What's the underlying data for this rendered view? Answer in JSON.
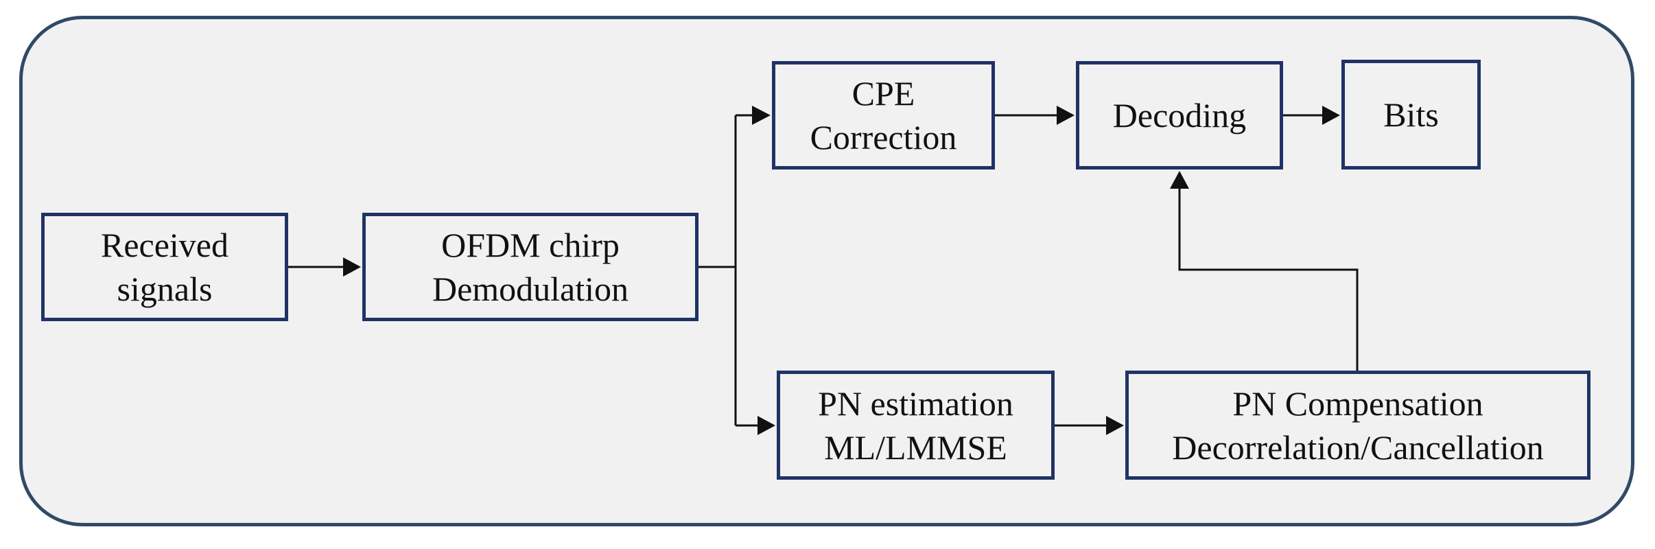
{
  "diagram": {
    "colors": {
      "panel_border": "#2f4a66",
      "panel_fill": "#f1f1f1",
      "block_border": "#1f3366",
      "text": "#111111",
      "connector": "#111111"
    },
    "blocks": {
      "received": [
        "Received",
        "signals"
      ],
      "ofdm": [
        "OFDM chirp",
        "Demodulation"
      ],
      "cpe": [
        "CPE",
        "Correction"
      ],
      "decoding": [
        "Decoding"
      ],
      "bits": [
        "Bits"
      ],
      "pn_est": [
        "PN estimation",
        "ML/LMMSE"
      ],
      "pn_comp": [
        "PN Compensation",
        "Decorrelation/Cancellation"
      ]
    }
  }
}
